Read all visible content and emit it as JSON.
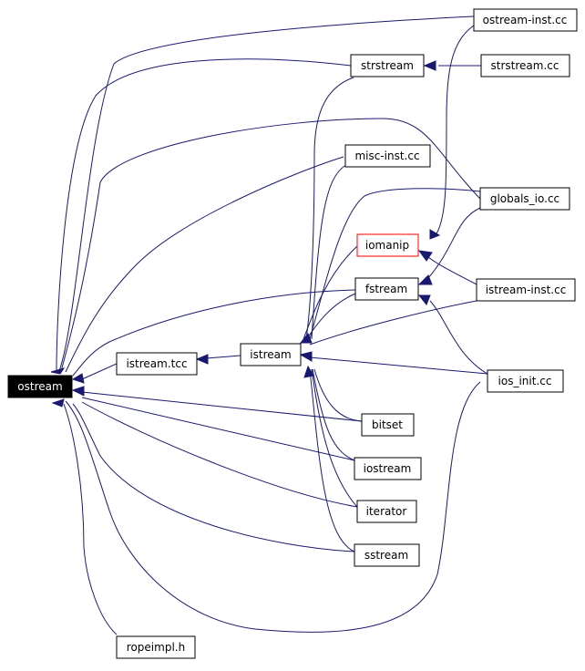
{
  "colors": {
    "edge": "#191970",
    "root_fill": "#000000",
    "root_text": "#ffffff",
    "highlight_border": "#ff0000"
  },
  "nodes": {
    "ostream": "ostream",
    "istream_tcc": "istream.tcc",
    "istream": "istream",
    "ostream_inst_cc": "ostream-inst.cc",
    "strstream": "strstream",
    "strstream_cc": "strstream.cc",
    "misc_inst_cc": "misc-inst.cc",
    "globals_io_cc": "globals_io.cc",
    "iomanip": "iomanip",
    "fstream": "fstream",
    "istream_inst_cc": "istream-inst.cc",
    "ios_init_cc": "ios_init.cc",
    "bitset": "bitset",
    "iostream": "iostream",
    "iterator": "iterator",
    "sstream": "sstream",
    "ropeimpl_h": "ropeimpl.h"
  }
}
